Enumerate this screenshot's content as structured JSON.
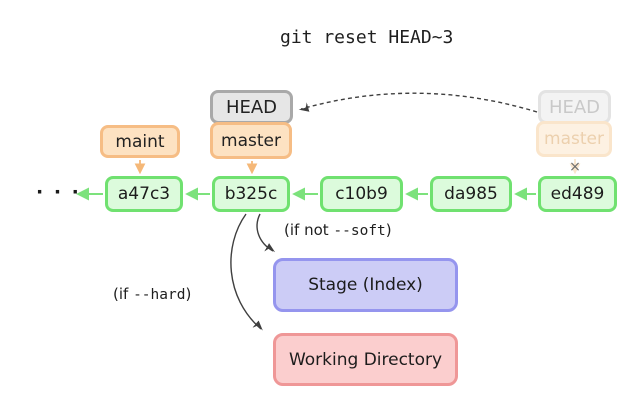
{
  "title": "git reset HEAD~3",
  "ellipsis": "· · ·",
  "commits": [
    "a47c3",
    "b325c",
    "c10b9",
    "da985",
    "ed489"
  ],
  "refs": {
    "head": "HEAD",
    "master": "master",
    "maint": "maint",
    "old_head": "HEAD",
    "old_master": "master"
  },
  "areas": {
    "stage": "Stage (Index)",
    "working": "Working Directory"
  },
  "annotations": {
    "if_not_soft": {
      "prefix": "(if not ",
      "flag": "--soft",
      "suffix": ")"
    },
    "if_hard": {
      "prefix": "(if ",
      "flag": "--hard",
      "suffix": ")"
    },
    "cross": "×"
  },
  "colors": {
    "commit-border": "#70e170",
    "commit-fill": "#dcfbdc",
    "ref-border": "#f6bd85",
    "ref-fill": "#fde2c2",
    "head-border": "#a9a9a9",
    "head-fill": "#e6e6e6",
    "old-head-border": "#e3e3e3",
    "old-head-fill": "#f3f3f3",
    "old-head-text": "#c9c9c9",
    "old-ref-border": "#fae5cb",
    "old-ref-fill": "#fdf1e2",
    "old-ref-text": "#ecd0ae",
    "stage-border": "#9595ee",
    "stage-fill": "#ccccf6",
    "working-border": "#ef9797",
    "working-fill": "#fbcece",
    "arrow-dark": "#3f3f3f",
    "arrow-green": "#7ce27c",
    "arrow-orange": "#f5b878",
    "text": "#1a1a1a"
  }
}
